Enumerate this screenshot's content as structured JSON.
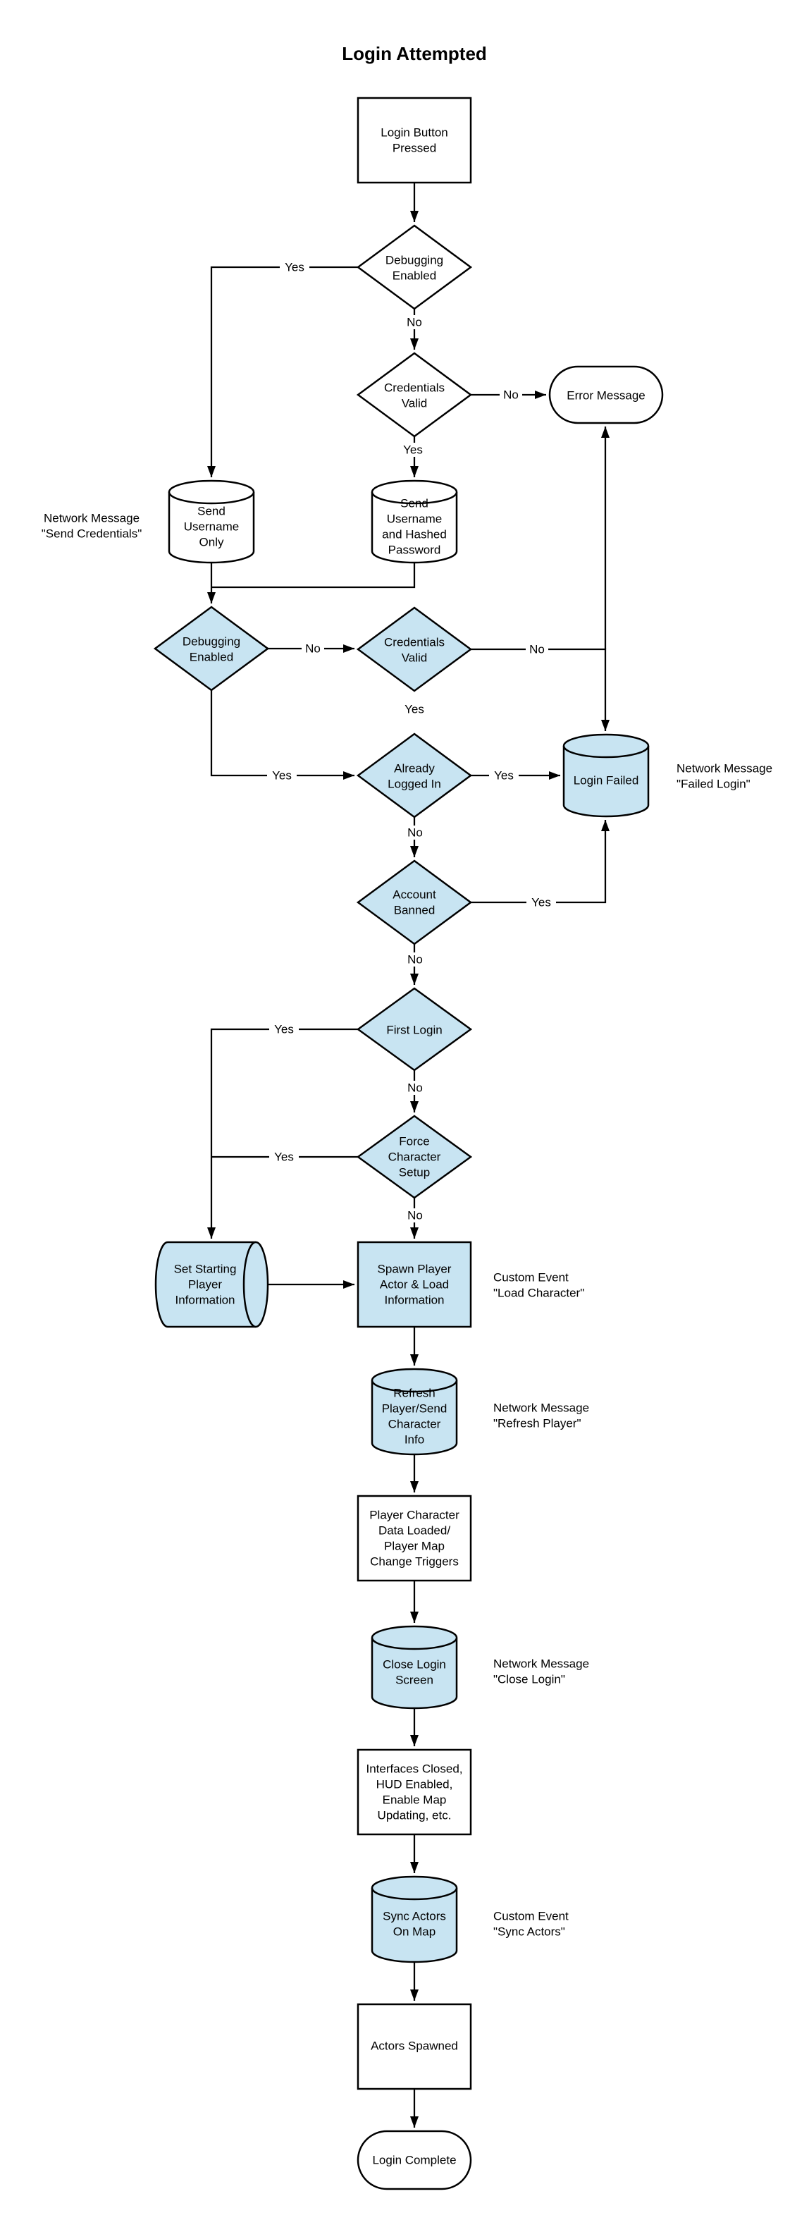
{
  "title": "Login Attempted",
  "colors": {
    "shape_blue": "#C8E4F2",
    "shape_white": "#FFFFFF",
    "stroke": "#000000",
    "background": "#FFFFFF"
  },
  "edge_labels": {
    "yes": "Yes",
    "no": "No"
  },
  "nodes": {
    "login_button": {
      "type": "process",
      "lines": [
        "Login Button",
        "Pressed"
      ]
    },
    "debugging_enabled_1": {
      "type": "decision",
      "lines": [
        "Debugging",
        "Enabled"
      ]
    },
    "credentials_valid_1": {
      "type": "decision",
      "lines": [
        "Credentials",
        "Valid"
      ]
    },
    "error_message": {
      "type": "terminator",
      "lines": [
        "Error Message"
      ]
    },
    "send_username_only": {
      "type": "database",
      "lines": [
        "Send",
        "Username",
        "Only"
      ]
    },
    "send_username_hashed": {
      "type": "database",
      "lines": [
        "Send",
        "Username",
        "and Hashed",
        "Password"
      ]
    },
    "debugging_enabled_2": {
      "type": "decision",
      "lines": [
        "Debugging",
        "Enabled"
      ]
    },
    "credentials_valid_2": {
      "type": "decision",
      "lines": [
        "Credentials",
        "Valid"
      ]
    },
    "already_logged_in": {
      "type": "decision",
      "lines": [
        "Already",
        "Logged In"
      ]
    },
    "login_failed": {
      "type": "database",
      "lines": [
        "Login Failed"
      ]
    },
    "account_banned": {
      "type": "decision",
      "lines": [
        "Account",
        "Banned"
      ]
    },
    "first_login": {
      "type": "decision",
      "lines": [
        "First Login"
      ]
    },
    "force_character_setup": {
      "type": "decision",
      "lines": [
        "Force",
        "Character",
        "Setup"
      ]
    },
    "set_starting_player_information": {
      "type": "database-horizontal",
      "lines": [
        "Set Starting",
        "Player",
        "Information"
      ]
    },
    "spawn_player": {
      "type": "process",
      "lines": [
        "Spawn Player",
        "Actor & Load",
        "Information"
      ]
    },
    "refresh_player": {
      "type": "database",
      "lines": [
        "Refresh",
        "Player/Send",
        "Character",
        "Info"
      ]
    },
    "player_character_data": {
      "type": "process",
      "lines": [
        "Player Character",
        "Data Loaded/",
        "Player Map",
        "Change Triggers"
      ]
    },
    "close_login_screen": {
      "type": "database",
      "lines": [
        "Close Login",
        "Screen"
      ]
    },
    "interfaces_closed": {
      "type": "process",
      "lines": [
        "Interfaces Closed,",
        "HUD Enabled,",
        "Enable Map",
        "Updating, etc."
      ]
    },
    "sync_actors_on_map": {
      "type": "database",
      "lines": [
        "Sync Actors",
        "On Map"
      ]
    },
    "actors_spawned": {
      "type": "process",
      "lines": [
        "Actors Spawned"
      ]
    },
    "login_complete": {
      "type": "terminator",
      "lines": [
        "Login Complete"
      ]
    }
  },
  "annotations": {
    "send_credentials": {
      "lines": [
        "Network Message",
        "\"Send Credentials\""
      ]
    },
    "failed_login": {
      "lines": [
        "Network Message",
        "\"Failed Login\""
      ]
    },
    "load_character": {
      "lines": [
        "Custom Event",
        "\"Load Character\""
      ]
    },
    "refresh_player": {
      "lines": [
        "Network Message",
        "\"Refresh Player\""
      ]
    },
    "close_login": {
      "lines": [
        "Network Message",
        "\"Close Login\""
      ]
    },
    "sync_actors": {
      "lines": [
        "Custom Event",
        "\"Sync Actors\""
      ]
    }
  }
}
